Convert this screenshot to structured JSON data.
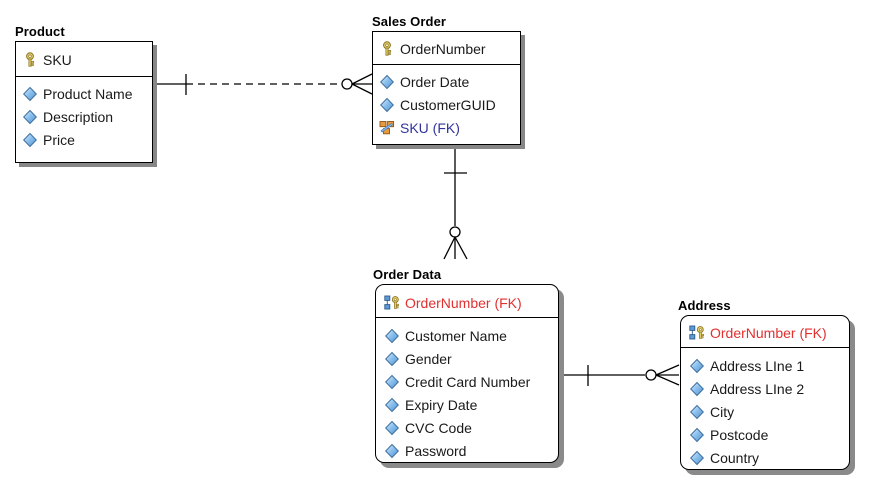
{
  "diagram": {
    "type": "entity-relationship-diagram",
    "notation": "crows-foot",
    "background": "#ffffff",
    "colors": {
      "entity_border": "#000000",
      "entity_fill": "#ffffff",
      "shadow": "#878787",
      "pk_text": "#1a1a1a",
      "fk_text": "#33339e",
      "pkfk_text": "#e03030",
      "attribute_diamond": "#7fb4e8",
      "key_icon": "#d4b829"
    }
  },
  "entities": [
    {
      "id": "product",
      "title": "Product",
      "rounded": false,
      "keys": [
        {
          "name": "SKU",
          "icon": "primary-key-icon",
          "style": "pk"
        }
      ],
      "attributes": [
        {
          "name": "Product Name",
          "icon": "attribute-diamond-icon",
          "style": "normal"
        },
        {
          "name": "Description",
          "icon": "attribute-diamond-icon",
          "style": "normal"
        },
        {
          "name": "Price",
          "icon": "attribute-diamond-icon",
          "style": "normal"
        }
      ]
    },
    {
      "id": "sales-order",
      "title": "Sales Order",
      "rounded": false,
      "keys": [
        {
          "name": "OrderNumber",
          "icon": "primary-key-icon",
          "style": "pk"
        }
      ],
      "attributes": [
        {
          "name": "Order Date",
          "icon": "attribute-diamond-icon",
          "style": "normal"
        },
        {
          "name": "CustomerGUID",
          "icon": "attribute-diamond-icon",
          "style": "normal"
        },
        {
          "name": "SKU (FK)",
          "icon": "foreign-key-icon",
          "style": "fk"
        }
      ]
    },
    {
      "id": "order-data",
      "title": "Order Data",
      "rounded": true,
      "keys": [
        {
          "name": "OrderNumber (FK)",
          "icon": "primary-foreign-key-icon",
          "style": "pkfk"
        }
      ],
      "attributes": [
        {
          "name": "Customer Name",
          "icon": "attribute-diamond-icon",
          "style": "normal"
        },
        {
          "name": "Gender",
          "icon": "attribute-diamond-icon",
          "style": "normal"
        },
        {
          "name": "Credit Card Number",
          "icon": "attribute-diamond-icon",
          "style": "normal"
        },
        {
          "name": "Expiry Date",
          "icon": "attribute-diamond-icon",
          "style": "normal"
        },
        {
          "name": "CVC Code",
          "icon": "attribute-diamond-icon",
          "style": "normal"
        },
        {
          "name": "Password",
          "icon": "attribute-diamond-icon",
          "style": "normal"
        }
      ]
    },
    {
      "id": "address",
      "title": "Address",
      "rounded": true,
      "keys": [
        {
          "name": "OrderNumber (FK)",
          "icon": "primary-foreign-key-icon",
          "style": "pkfk"
        }
      ],
      "attributes": [
        {
          "name": "Address LIne 1",
          "icon": "attribute-diamond-icon",
          "style": "normal"
        },
        {
          "name": "Address LIne 2",
          "icon": "attribute-diamond-icon",
          "style": "normal"
        },
        {
          "name": "City",
          "icon": "attribute-diamond-icon",
          "style": "normal"
        },
        {
          "name": "Postcode",
          "icon": "attribute-diamond-icon",
          "style": "normal"
        },
        {
          "name": "Country",
          "icon": "attribute-diamond-icon",
          "style": "normal"
        }
      ]
    }
  ],
  "relationships": [
    {
      "id": "product-salesorder",
      "from": "product",
      "to": "sales-order",
      "line": "dashed",
      "from_cardinality": "exactly-one",
      "to_cardinality": "zero-or-many"
    },
    {
      "id": "salesorder-orderdata",
      "from": "sales-order",
      "to": "order-data",
      "line": "solid",
      "from_cardinality": "exactly-one",
      "to_cardinality": "zero-or-many"
    },
    {
      "id": "orderdata-address",
      "from": "order-data",
      "to": "address",
      "line": "solid",
      "from_cardinality": "exactly-one",
      "to_cardinality": "zero-or-many"
    }
  ]
}
